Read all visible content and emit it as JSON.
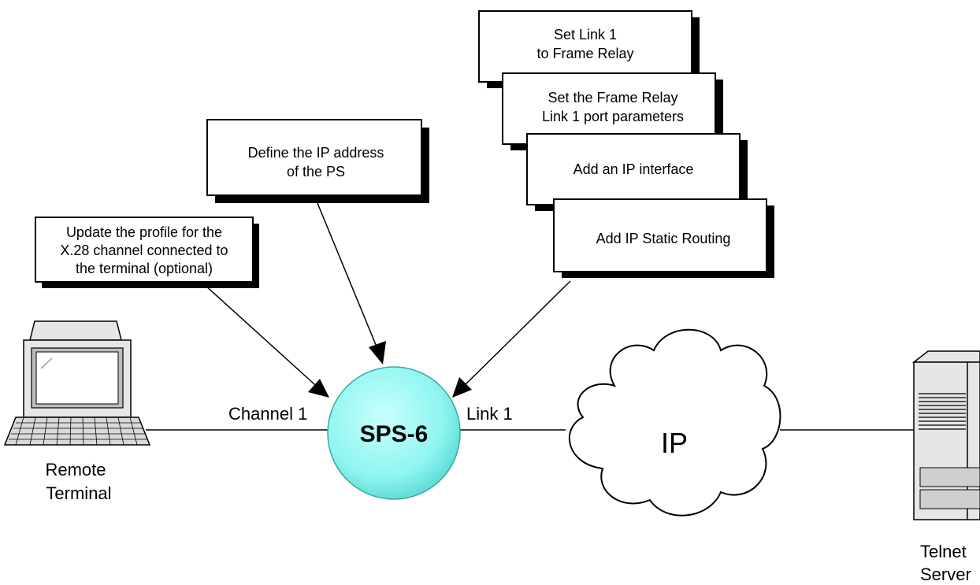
{
  "boxes": {
    "set_link": {
      "line1": "Set Link 1",
      "line2": "to Frame Relay"
    },
    "set_params": {
      "line1": "Set the Frame Relay",
      "line2": "Link 1 port parameters"
    },
    "add_interface": {
      "line1": "Add an IP interface"
    },
    "add_routing": {
      "line1": "Add  IP Static Routing"
    },
    "define_ip": {
      "line1": "Define the IP address",
      "line2": "of the PS"
    },
    "update_profile": {
      "line1": "Update the profile for the",
      "line2": "X.28 channel connected to",
      "line3": "the terminal (optional)"
    }
  },
  "node": {
    "label": "SPS-6",
    "color": "#8ef5f0"
  },
  "labels": {
    "channel": "Channel 1",
    "link": "Link 1",
    "cloud": "IP",
    "terminal_line1": "Remote",
    "terminal_line2": "Terminal",
    "server_line1": "Telnet",
    "server_line2": "Server"
  },
  "icons": [
    "remote-terminal-icon",
    "telnet-server-icon",
    "ip-cloud-icon"
  ]
}
